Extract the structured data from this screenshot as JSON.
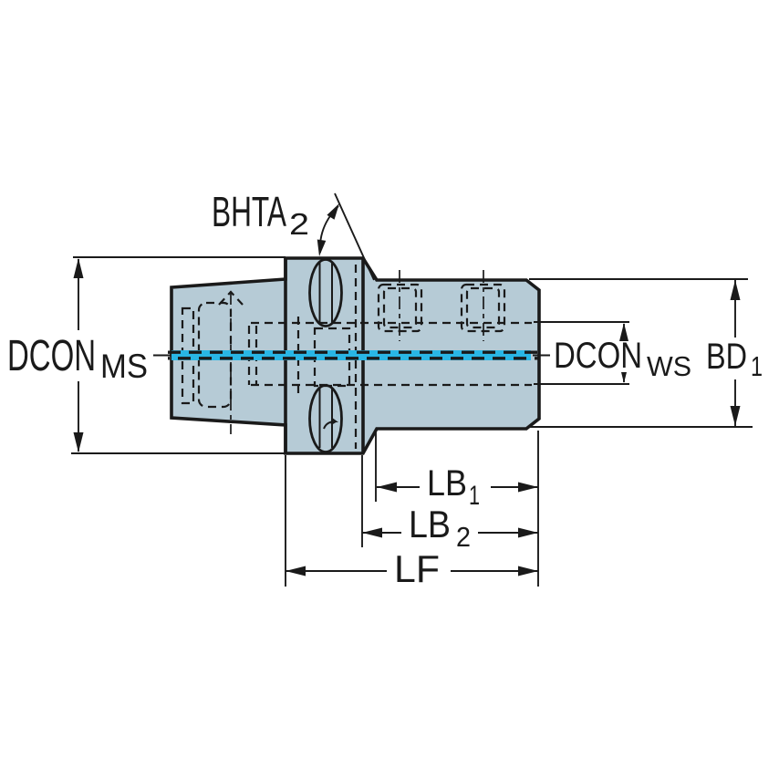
{
  "diagram": {
    "kind": "technical-drawing-tool-adapter",
    "labels": {
      "bhta2": {
        "base": "BHTA",
        "sub": "2"
      },
      "dcon_ms": {
        "base": "DCON",
        "sub": "MS"
      },
      "dcon_ws": {
        "base": "DCON",
        "sub": "WS"
      },
      "bd1": {
        "base": "BD",
        "sub": "1"
      },
      "lb1": {
        "base": "LB",
        "sub": "1"
      },
      "lb2": {
        "base": "LB",
        "sub": "2"
      },
      "lf": {
        "base": "LF"
      }
    },
    "colors": {
      "background": "#ffffff",
      "part_fill": "#b6cbd6",
      "outline": "#1a1a1a",
      "centerline": "#29b6e5"
    }
  }
}
